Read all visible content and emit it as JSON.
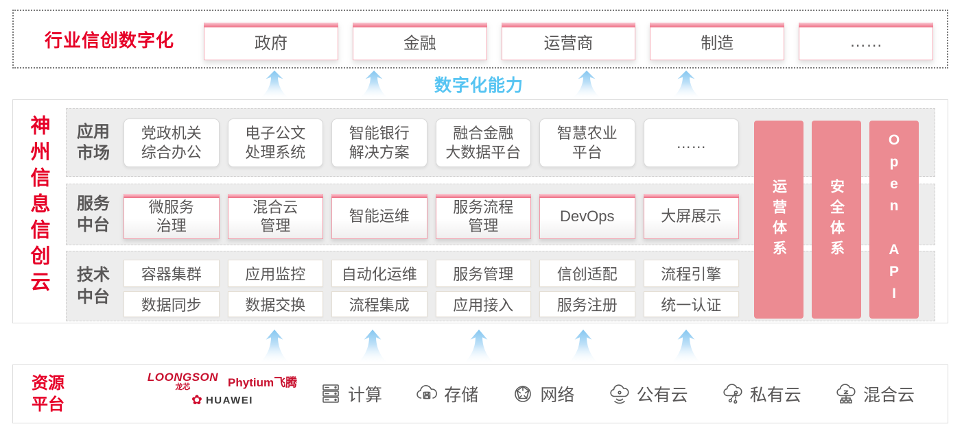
{
  "top_banner": {
    "title": "行业信创数字化",
    "industries": [
      "政府",
      "金融",
      "运营商",
      "制造",
      "……"
    ]
  },
  "capability_label": "数字化能力",
  "platform": {
    "vertical_title": "神州信息信创云",
    "app_market": {
      "label": "应用\n市场",
      "items": [
        "党政机关\n综合办公",
        "电子公文\n处理系统",
        "智能银行\n解决方案",
        "融合金融\n大数据平台",
        "智慧农业\n平台",
        "……"
      ]
    },
    "service_middle": {
      "label": "服务\n中台",
      "items": [
        "微服务\n治理",
        "混合云\n管理",
        "智能运维",
        "服务流程\n管理",
        "DevOps",
        "大屏展示"
      ]
    },
    "tech_middle": {
      "label": "技术\n中台",
      "row1": [
        "容器集群",
        "应用监控",
        "自动化运维",
        "服务管理",
        "信创适配",
        "流程引擎"
      ],
      "row2": [
        "数据同步",
        "数据交换",
        "流程集成",
        "应用接入",
        "服务注册",
        "统一认证"
      ]
    },
    "pillars": [
      "运营体系",
      "安全体系",
      "Open API"
    ]
  },
  "resources": {
    "label": "资源\n平台",
    "vendors": {
      "loongson": "LOONGSON",
      "loongson_sub": "龙芯",
      "phytium": "Phytium",
      "phytium_sub": "飞腾",
      "huawei": "HUAWEI"
    },
    "services": [
      {
        "icon": "compute-icon",
        "label": "计算"
      },
      {
        "icon": "storage-icon",
        "label": "存储"
      },
      {
        "icon": "network-icon",
        "label": "网络"
      },
      {
        "icon": "public-cloud-icon",
        "label": "公有云"
      },
      {
        "icon": "private-cloud-icon",
        "label": "私有云"
      },
      {
        "icon": "hybrid-cloud-icon",
        "label": "混合云"
      }
    ]
  },
  "colors": {
    "brand_red": "#e60027",
    "pillar_pink": "#ec8b92",
    "capability_blue": "#56c4f2"
  }
}
